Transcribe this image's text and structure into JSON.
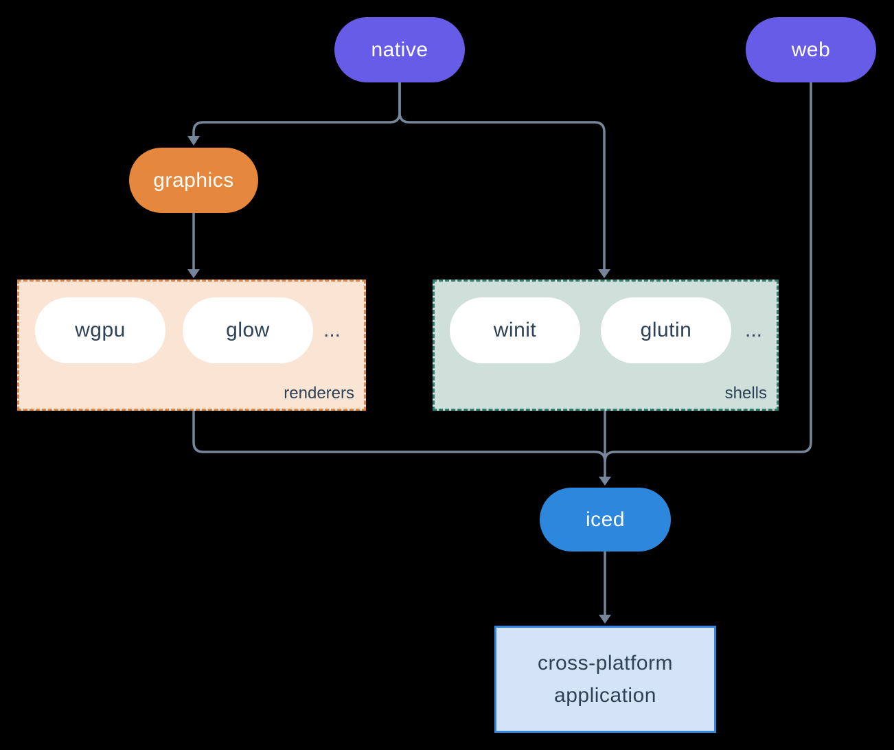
{
  "diagram": {
    "nodes": {
      "native": {
        "label": "native"
      },
      "web": {
        "label": "web"
      },
      "graphics": {
        "label": "graphics"
      },
      "iced": {
        "label": "iced"
      },
      "application": {
        "label_line1": "cross-platform",
        "label_line2": "application"
      }
    },
    "groups": {
      "renderers": {
        "label": "renderers",
        "items": [
          "wgpu",
          "glow"
        ],
        "ellipsis": "..."
      },
      "shells": {
        "label": "shells",
        "items": [
          "winit",
          "glutin"
        ],
        "ellipsis": "..."
      }
    },
    "edges": [
      {
        "from": "native",
        "to": "graphics"
      },
      {
        "from": "native",
        "to": "shells"
      },
      {
        "from": "graphics",
        "to": "renderers"
      },
      {
        "from": "renderers",
        "to": "iced"
      },
      {
        "from": "shells",
        "to": "iced"
      },
      {
        "from": "web",
        "to": "iced"
      },
      {
        "from": "iced",
        "to": "application"
      }
    ],
    "colors": {
      "background": "#000000",
      "pill_purple": "#675ce8",
      "pill_orange": "#e5883d",
      "pill_blue": "#2d88dd",
      "pill_white": "#ffffff",
      "dark_text": "#2e4156",
      "renderers_bg": "#fae4d4",
      "renderers_border": "#e08745",
      "shells_bg": "#cfe0da",
      "shells_border": "#2e7d6e",
      "application_bg": "#d4e4f6",
      "application_border": "#3187dd",
      "connector": "#76879c"
    }
  }
}
